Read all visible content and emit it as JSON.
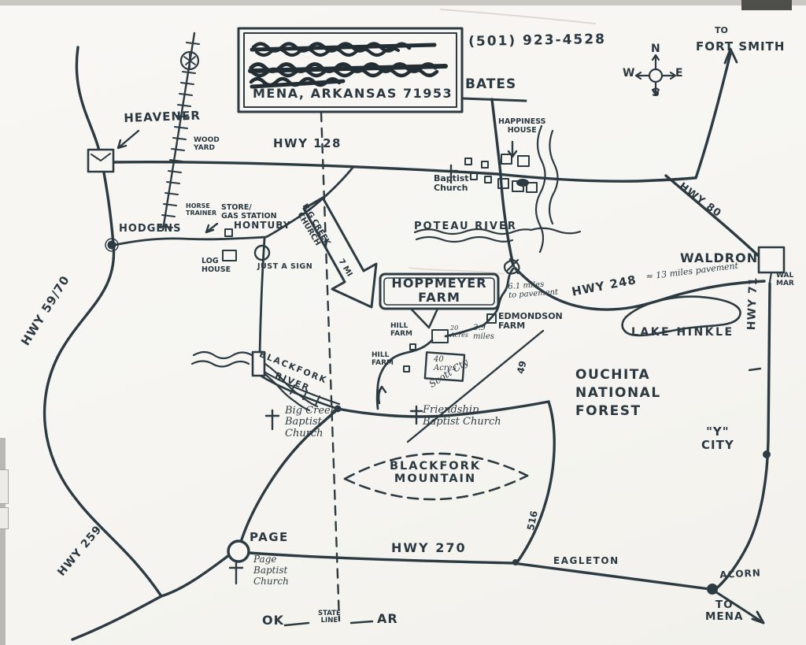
{
  "map": {
    "colors": {
      "ink": "#2c3a41",
      "paper": "#f7f6f2"
    },
    "contact": {
      "phone": "(501) 923-4528",
      "city_line": "MENA, ARKANSAS 71953",
      "redacted_line_count": 3
    },
    "compass": {
      "n": "N",
      "s": "S",
      "e": "E",
      "w": "W"
    },
    "labels": {
      "to_word": "TO",
      "fort_smith": "FORT SMITH",
      "bates": "BATES",
      "heavener": "HEAVENER",
      "wood_yard": "WOOD\nYARD",
      "hwy_128": "HWY 128",
      "happiness_house": "HAPPINESS\nHOUSE",
      "baptist_church": "Baptist\nChurch",
      "poteau_river": "POTEAU RIVER",
      "hwy_80": "HWY 80",
      "waldron": "WALDRON",
      "wal_mar": "WAL\nMAR",
      "pavement_13": "≈ 13 miles pavement",
      "hwy_248": "HWY 248",
      "lake_hinkle": "LAKE HINKLE",
      "hodgens": "HODGENS",
      "horse_trainer": "HORSE\nTRAINER",
      "store_gas": "STORE/\nGAS STATION",
      "hontuby": "HONTUBY",
      "log_house": "LOG\nHOUSE",
      "just_a_sign": "JUST A SIGN",
      "big_creek_church": "BIG CREEK\nCHURCH",
      "seven_mi": "7 MI",
      "hoppmeyer_farm": "HOPPMEYER\nFARM",
      "miles_6_1": "6.1 miles\nto pavement",
      "edmondson_farm": "EDMONDSON\nFARM",
      "miles_3_9": "3.9\nmiles",
      "hill_farm_upper": "HILL\nFARM",
      "acres_20": "20\nAcres",
      "hill_farm_lower": "HILL\nFARM",
      "acres_40": "40\nAcres",
      "scott_cty": "Scott Cty",
      "route_49": "49",
      "ouchita": "OUCHITA\nNATIONAL\nFOREST",
      "y_city": "\"Y\"\nCITY",
      "hwy_71": "HWY 71",
      "blackfork_word": "BLACKFORK",
      "river_word": "RIVER",
      "big_creek_baptist": "Big Creek\nBaptist\nChurch",
      "friendship_baptist": "Friendship\nBaptist Church",
      "blackfork_mountain": "BLACKFORK\nMOUNTAIN",
      "hwy_59_70": "HWY 59/70",
      "page": "PAGE",
      "page_baptist": "Page\nBaptist\nChurch",
      "hwy_270": "HWY 270",
      "route_516": "516",
      "eagleton": "EAGLETON",
      "hwy_259": "HWY 259",
      "acorn": "ACORN",
      "to_mena": "TO\nMENA",
      "ok": "OK",
      "state_line": "STATE\nLINE",
      "ar": "AR"
    }
  }
}
